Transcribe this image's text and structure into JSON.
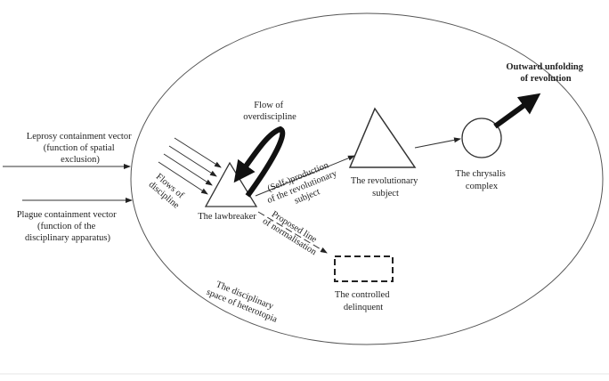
{
  "labels": {
    "leprosy": [
      "Leprosy containment vector",
      "(function of spatial",
      "exclusion)"
    ],
    "plague": [
      "Plague containment vector",
      "(function of the",
      "disciplinary apparatus)"
    ],
    "flows": [
      "Flows of",
      "discipline"
    ],
    "overdiscipline": [
      "Flow of",
      "overdiscipline"
    ],
    "lawbreaker": "The lawbreaker",
    "selfproduction": [
      "(Self-)production",
      "of the revolutionary",
      "subject"
    ],
    "revolutionary": [
      "The revolutionary",
      "subject"
    ],
    "chrysalis": [
      "The chrysalis",
      "complex"
    ],
    "outward": [
      "Outward unfolding",
      "of revolution"
    ],
    "normalisation": [
      "Proposed line",
      "of normalisation"
    ],
    "delinquent": [
      "The controlled",
      "delinquent"
    ],
    "heterotopia": [
      "The disciplinary",
      "space of heterotopia"
    ]
  }
}
